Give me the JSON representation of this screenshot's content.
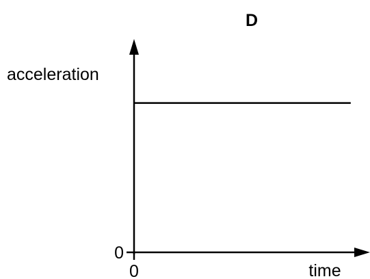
{
  "chart_data": {
    "type": "line",
    "title": "D",
    "xlabel": "time",
    "ylabel": "acceleration",
    "x_tick_labels": [
      "0"
    ],
    "y_tick_labels": [
      "0"
    ],
    "series": [
      {
        "x": [
          0,
          1
        ],
        "y": [
          0.7,
          0.7
        ]
      }
    ],
    "xlim": [
      0,
      1.07
    ],
    "ylim": [
      0,
      1
    ],
    "grid": false,
    "axis_color": "#000000",
    "line_color": "#000000"
  }
}
